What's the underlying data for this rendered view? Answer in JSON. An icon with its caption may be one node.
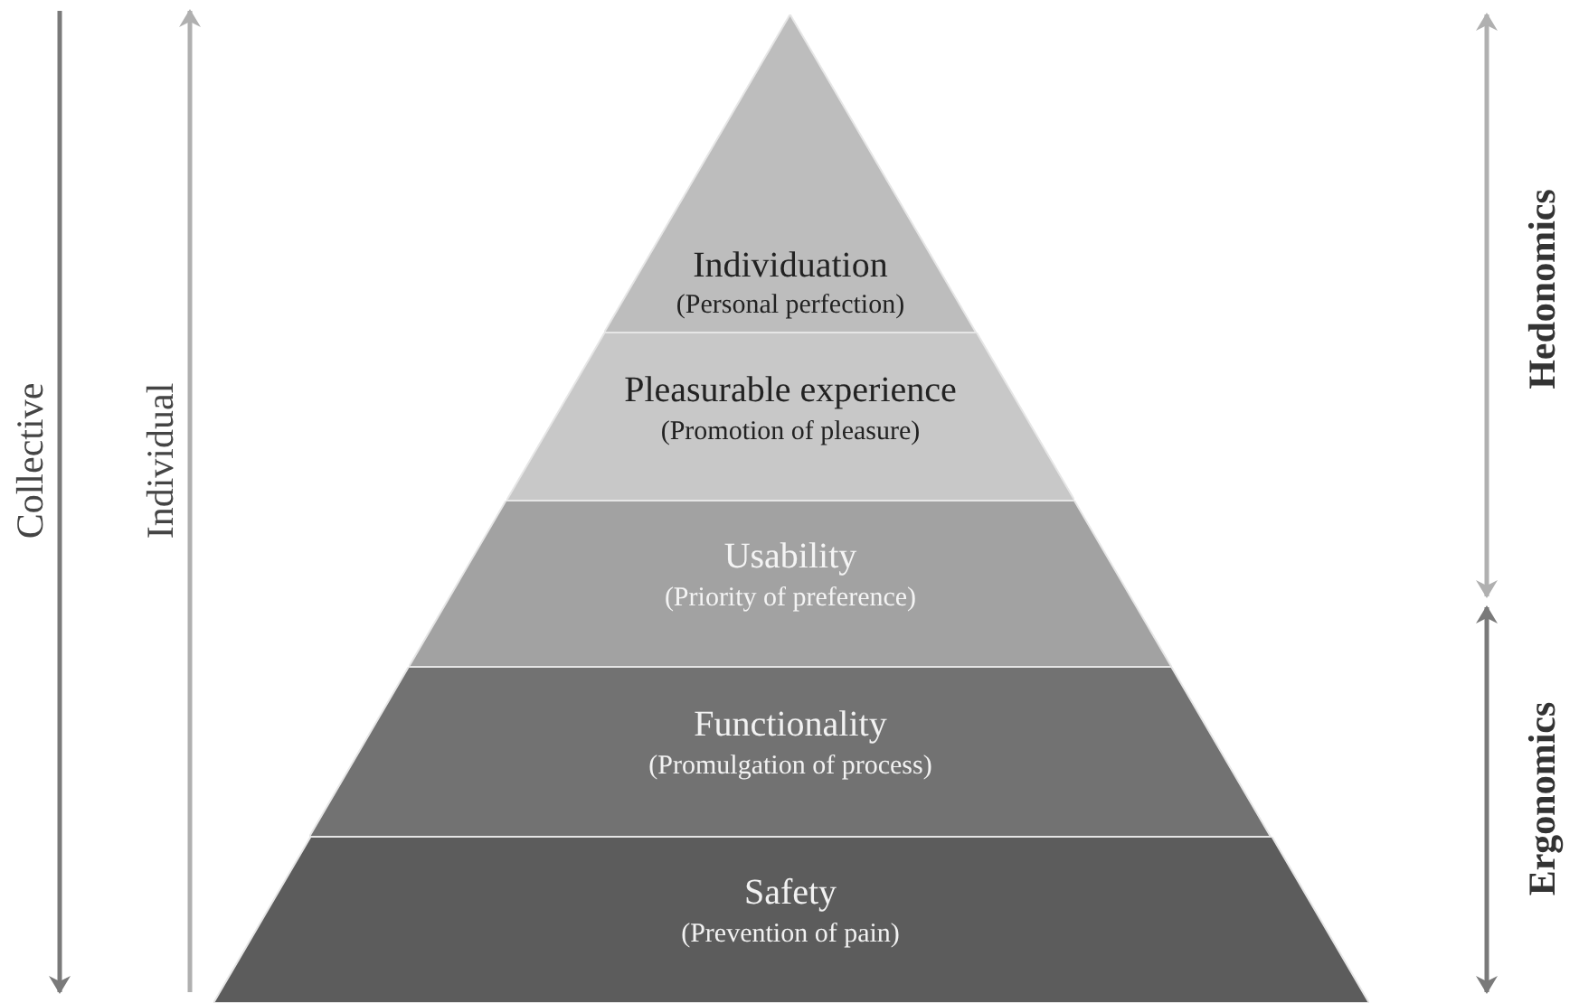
{
  "diagram": {
    "nodes": [
      {
        "text": [
          "Individuation",
          "(Personal perfection)"
        ]
      },
      {
        "text": [
          "Pleasurable experience",
          "(Promotion of pleasure)"
        ]
      },
      {
        "text": [
          "Usability",
          "(Priority of preference)"
        ]
      },
      {
        "text": [
          "Functionality",
          "(Promulgation of process)"
        ]
      },
      {
        "text": [
          "Safety",
          "(Prevention of pain)"
        ]
      }
    ],
    "edges": [],
    "labels": [
      "Collective",
      "Individual",
      "Hedonomics",
      "Ergonomics"
    ]
  }
}
